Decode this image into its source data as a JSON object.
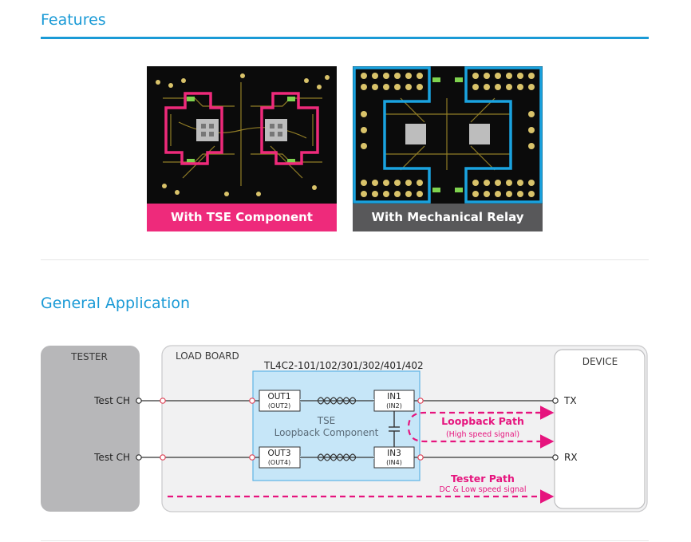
{
  "features": {
    "title": "Features",
    "cards": [
      {
        "caption": "With TSE Component",
        "accent": "#ee2a7b",
        "highlight": "#ee2a7b"
      },
      {
        "caption": "With Mechanical Relay",
        "accent": "#58585a",
        "highlight": "#1aa3e0"
      }
    ]
  },
  "application": {
    "title": "General Application",
    "tester": {
      "label": "TESTER",
      "channels": [
        "Test CH",
        "Test CH"
      ]
    },
    "load_board": {
      "label": "LOAD BOARD",
      "part_numbers": "TL4C2-101/102/301/302/401/402",
      "component_line1": "TSE",
      "component_line2": "Loopback Component",
      "ports": [
        {
          "main": "OUT1",
          "sub": "(OUT2)"
        },
        {
          "main": "IN1",
          "sub": "(IN2)"
        },
        {
          "main": "OUT3",
          "sub": "(OUT4)"
        },
        {
          "main": "IN3",
          "sub": "(IN4)"
        }
      ]
    },
    "device": {
      "label": "DEVICE",
      "pins": [
        "TX",
        "RX"
      ]
    },
    "loopback_path": {
      "title": "Loopback Path",
      "subtitle": "(High speed signal)"
    },
    "tester_path": {
      "title": "Tester Path",
      "subtitle": "DC & Low speed signal"
    },
    "colors": {
      "path": "#e6147e",
      "component_fill": "#c6e6f8",
      "component_border": "#5eb4e6",
      "tester_fill": "#b7b7b9"
    }
  }
}
